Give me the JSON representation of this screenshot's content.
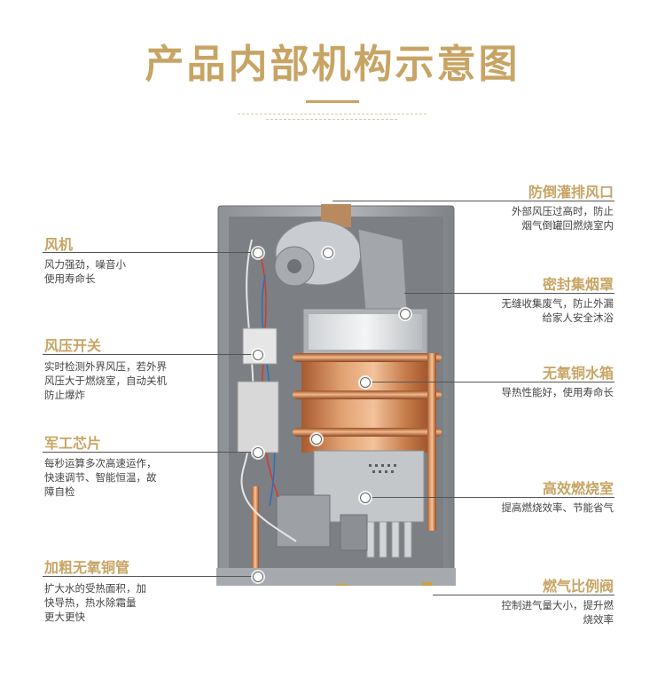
{
  "title": "产品内部机构示意图",
  "labels": {
    "fan": {
      "title": "风机",
      "desc": "风力强劲，噪音小\n使用寿命长"
    },
    "pressure_switch": {
      "title": "风压开关",
      "desc": "实时检测外界风压，若外界\n风压大于燃烧室，自动关机\n防止爆炸"
    },
    "chip": {
      "title": "军工芯片",
      "desc": "每秒运算多次高速运作，\n快速调节、智能恒温，故\n障自检"
    },
    "copper_pipe": {
      "title": "加粗无氧铜管",
      "desc": "扩大水的受热面积，加\n快导热，热水除霜量\n更大更快"
    },
    "anti_backflow": {
      "title": "防倒灌排风口",
      "desc": "外部风压过高时，防止\n烟气倒罐回燃烧室内"
    },
    "smoke_hood": {
      "title": "密封集烟罩",
      "desc": "无缝收集废气，防止外漏\n给家人安全沐浴"
    },
    "water_tank": {
      "title": "无氧铜水箱",
      "desc": "导热性能好，使用寿命长"
    },
    "combustion": {
      "title": "高效燃烧室",
      "desc": "提高燃烧效率、节能省气"
    },
    "gas_valve": {
      "title": "燃气比例阀",
      "desc": "控制进气量大小，提升燃\n烧效率"
    }
  },
  "colors": {
    "accent": "#c8a464",
    "copper": "#c9784a",
    "metal": "#9ea1a4"
  }
}
